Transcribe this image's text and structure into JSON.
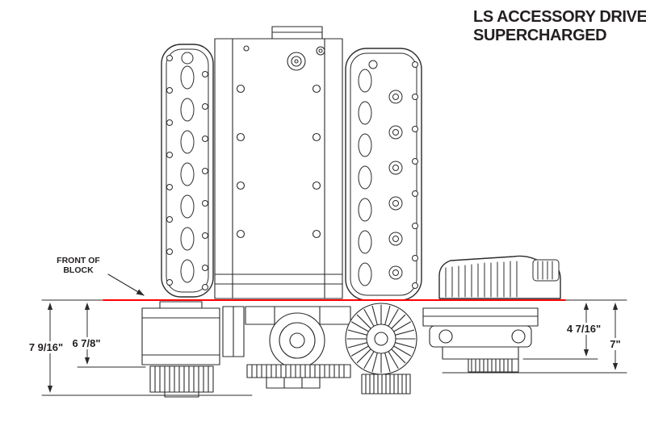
{
  "title": {
    "line1": "LS ACCESSORY DRIVE",
    "line2": "SUPERCHARGED"
  },
  "labels": {
    "front_of_block_line1": "FRONT OF",
    "front_of_block_line2": "BLOCK"
  },
  "dimensions": {
    "left_outer": "7 9/16\"",
    "left_inner": "6 7/8\"",
    "right_inner": "4 7/16\"",
    "right_outer": "7\""
  },
  "colors": {
    "datum_line": "#ff0000",
    "drawing_line": "#2b2b2b",
    "background": "#ffffff"
  }
}
